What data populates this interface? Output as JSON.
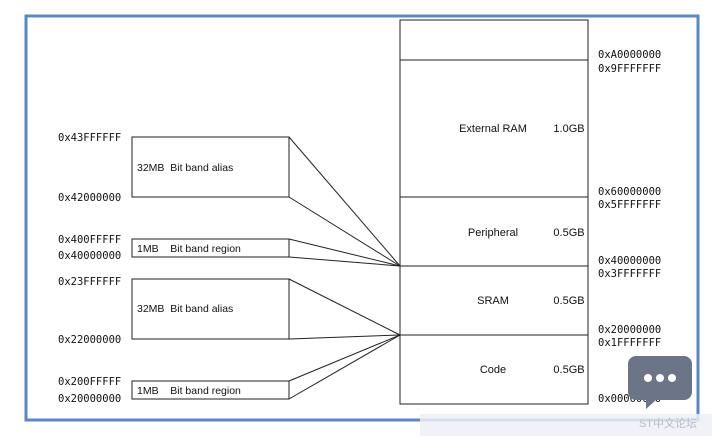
{
  "memory_map": {
    "regions": [
      {
        "name": "External RAM",
        "size": "1.0GB"
      },
      {
        "name": "Peripheral",
        "size": "0.5GB"
      },
      {
        "name": "SRAM",
        "size": "0.5GB"
      },
      {
        "name": "Code",
        "size": "0.5GB"
      }
    ],
    "boundary_addresses": [
      {
        "upper": "0xA0000000",
        "lower": "0x9FFFFFFF"
      },
      {
        "upper": "0x60000000",
        "lower": "0x5FFFFFFF"
      },
      {
        "upper": "0x40000000",
        "lower": "0x3FFFFFFF"
      },
      {
        "upper": "0x20000000",
        "lower": "0x1FFFFFFF"
      }
    ],
    "base_address": "0x00000000"
  },
  "bit_band": {
    "peripheral_alias": {
      "label": "32MB  Bit band alias",
      "top": "0x43FFFFFF",
      "bottom": "0x42000000"
    },
    "peripheral_region": {
      "label": "1MB    Bit band region",
      "top": "0x400FFFFF",
      "bottom": "0x40000000"
    },
    "sram_alias": {
      "label": "32MB  Bit band alias",
      "top": "0x23FFFFFF",
      "bottom": "0x22000000"
    },
    "sram_region": {
      "label": "1MB    Bit band region",
      "top": "0x200FFFFF",
      "bottom": "0x20000000"
    }
  },
  "watermark": {
    "text": "ST中文论坛"
  },
  "colors": {
    "frame": "#5b86c8",
    "line": "#222222",
    "text": "#111111",
    "badge": "#6c7488"
  }
}
